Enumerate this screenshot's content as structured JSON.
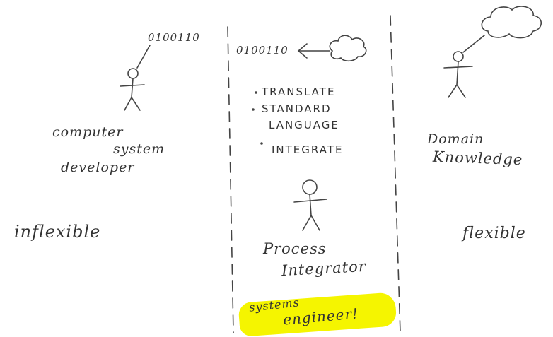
{
  "left": {
    "binary": "0100110",
    "role_lines": [
      "computer",
      "system",
      "developer"
    ],
    "trait": "inflexible"
  },
  "middle": {
    "binary": "0100110",
    "tasks": [
      "TRANSLATE",
      "STANDARD",
      "LANGUAGE",
      "INTEGRATE"
    ],
    "role_lines": [
      "Process",
      "Integrator"
    ],
    "highlight_lines": [
      "systems",
      "engineer!"
    ]
  },
  "right": {
    "role_lines": [
      "Domain",
      "Knowledge"
    ],
    "trait": "flexible"
  },
  "colors": {
    "ink": "#333333",
    "highlighter": "#f5f500"
  },
  "icons": [
    "stick-figure-icon",
    "cloud-icon",
    "arrow-left-icon"
  ]
}
